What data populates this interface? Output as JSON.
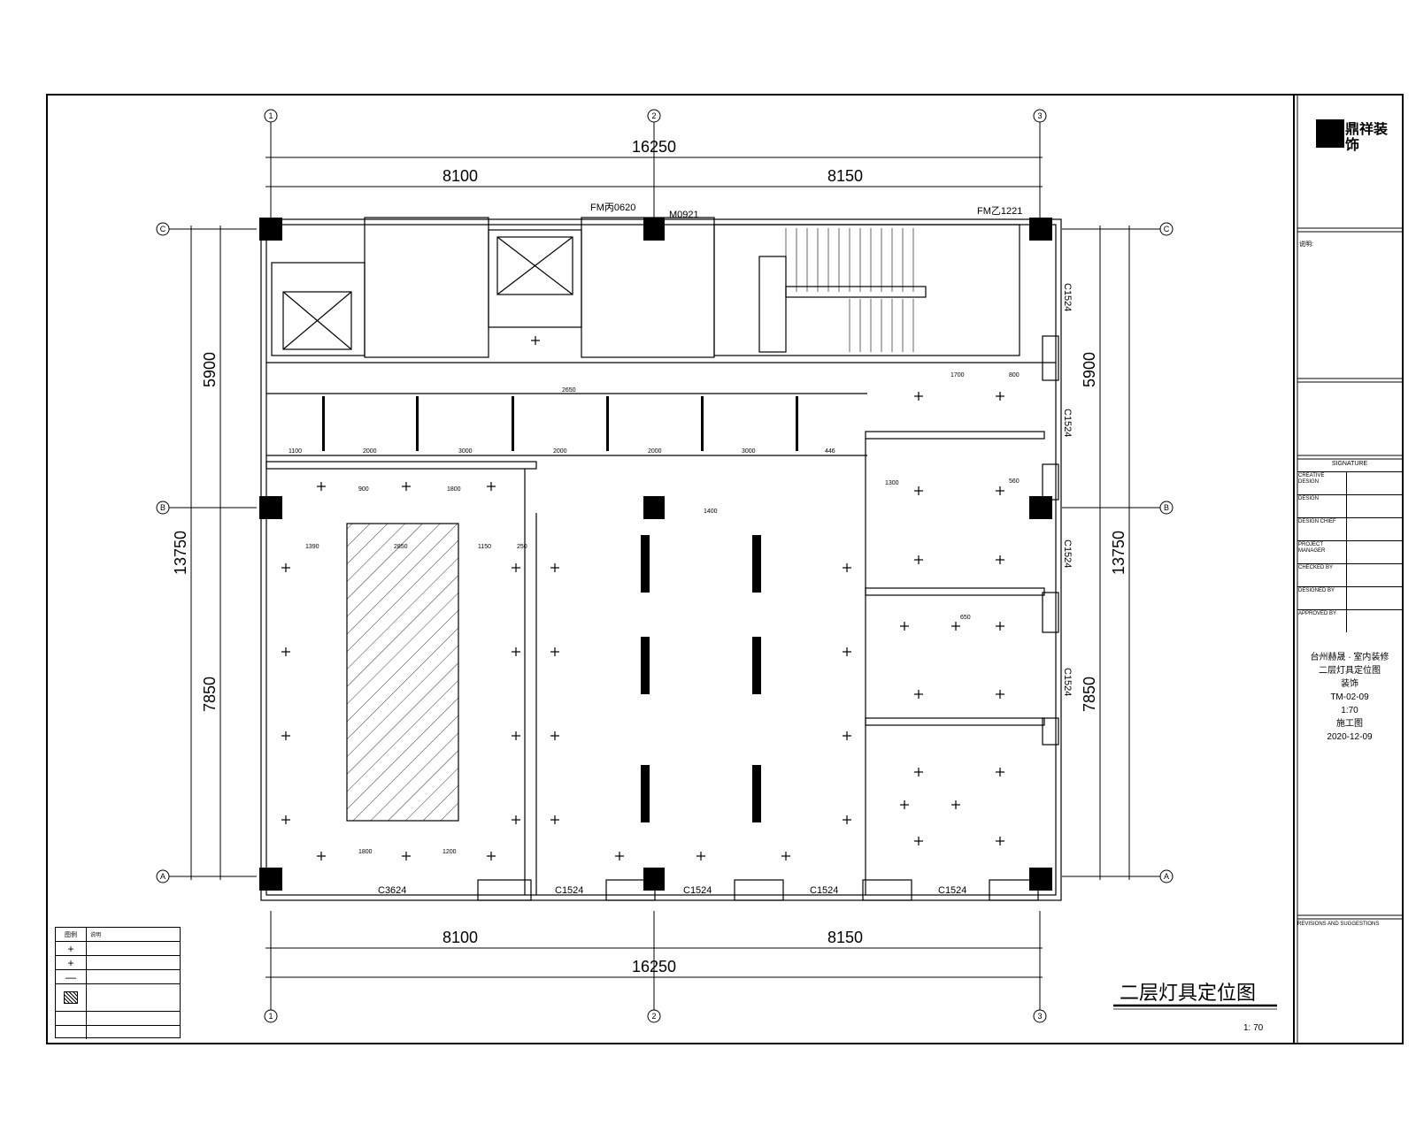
{
  "drawing": {
    "title": "二层灯具定位图",
    "scale": "1: 70",
    "axes": {
      "num1": "1",
      "num2": "2",
      "num3": "3",
      "letA": "A",
      "letB": "B",
      "letC": "C"
    },
    "dims": {
      "overall": "16250",
      "left_bay": "8100",
      "right_bay": "8150",
      "overall_vert": "13750",
      "upper_vert": "5900",
      "lower_vert": "7850"
    },
    "doors": [
      "FM丙0620",
      "M0921",
      "FM乙1221"
    ],
    "windows": [
      "C1524",
      "C1524",
      "C1524",
      "C1524",
      "C3624",
      "C1524",
      "C1524",
      "C1524",
      "C1524"
    ],
    "small_dims": [
      "2650",
      "1100",
      "2000",
      "3000",
      "2000",
      "2000",
      "3000",
      "446",
      "900",
      "1800",
      "1390",
      "2850",
      "1150",
      "250",
      "1700",
      "800",
      "560",
      "1300",
      "650",
      "1800",
      "1200",
      "1400"
    ]
  },
  "title_block": {
    "company": "鼎祥装饰",
    "notes_header": "说明:",
    "design_stage_value": "施工图",
    "drawing_no_value": "TM-02-09",
    "scale_value": "1:70",
    "date_value": "2020-12-09",
    "sheet_title": "二层灯具定位图",
    "project_name": "台州赫晟 · 室内装修",
    "material": "装饰",
    "signature_header": "SIGNATURE",
    "revisions_header": "REVISIONS AND SUGGESTIONS",
    "rows": [
      {
        "label": "CREATIVE DESIGN"
      },
      {
        "label": "DESIGN"
      },
      {
        "label": "DESIGN CHIEF"
      },
      {
        "label": "PROJECT MANAGER"
      },
      {
        "label": "CHECKED BY"
      },
      {
        "label": "DESIGNED BY"
      },
      {
        "label": "APPROVED BY"
      }
    ]
  },
  "legend": {
    "header_symbol": "图例",
    "header_desc": "说明",
    "rows": [
      "",
      "",
      "",
      "",
      "",
      ""
    ]
  }
}
